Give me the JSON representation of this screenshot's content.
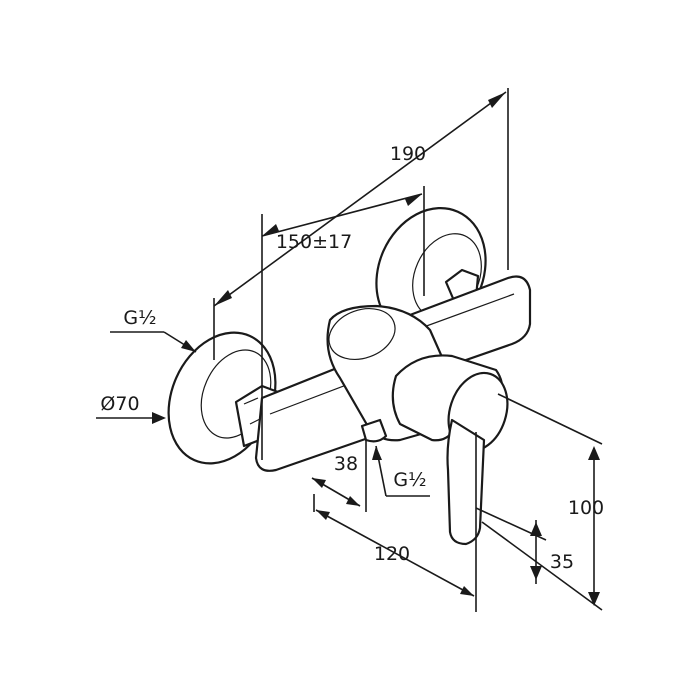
{
  "dimensions": {
    "overall_width": "190",
    "center_distance": "150±17",
    "inlet_thread": "G½",
    "rosette_diameter": "Ø70",
    "outlet_offset": "38",
    "outlet_thread": "G½",
    "depth": "120",
    "height": "100",
    "outlet_height": "35"
  }
}
